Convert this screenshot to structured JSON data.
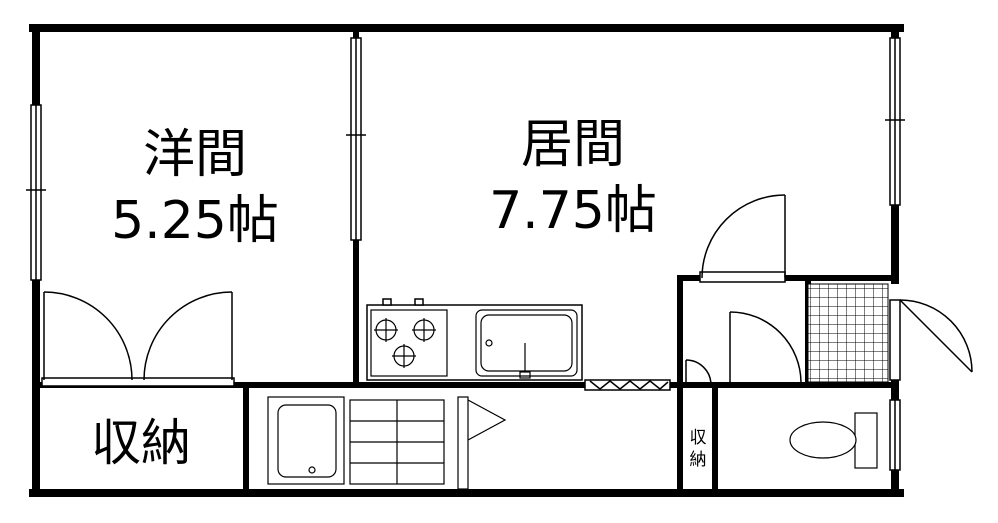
{
  "rooms": {
    "western_room": {
      "name": "洋間",
      "size": "5.25帖"
    },
    "living_room": {
      "name": "居間",
      "size": "7.75帖"
    },
    "storage_large": {
      "label": "収納"
    },
    "storage_small": {
      "label_line1": "収",
      "label_line2": "納"
    }
  },
  "icons": [
    "door-swing-icon",
    "stove-icon",
    "sink-icon",
    "bathtub-icon",
    "toilet-icon",
    "window-icon",
    "shower-tile-icon"
  ]
}
